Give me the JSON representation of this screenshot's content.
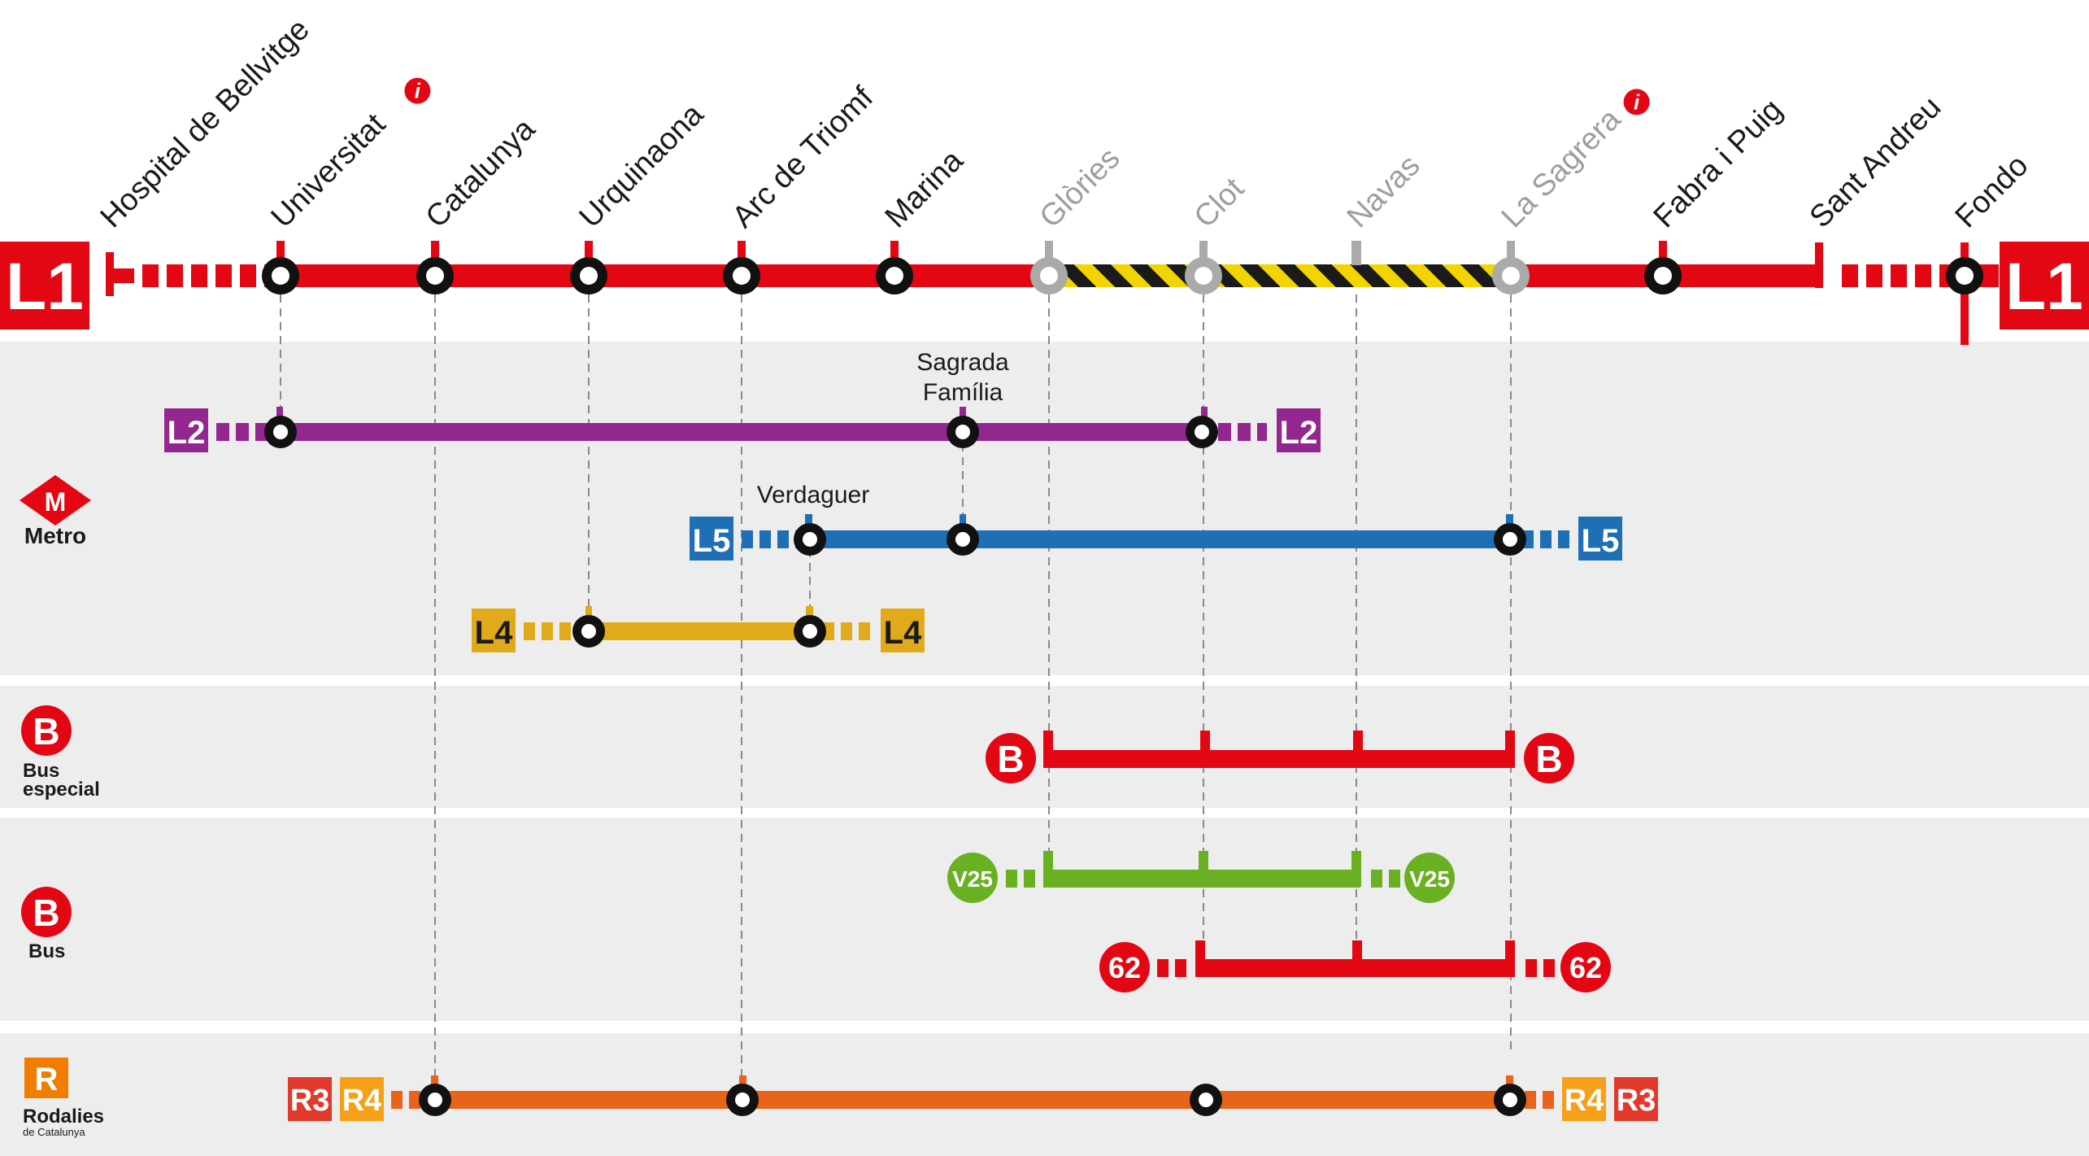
{
  "l1": {
    "badge": "L1",
    "color": "#e30613",
    "disruption_colors": [
      "#f2d500",
      "#1a1a1a"
    ],
    "stations": [
      {
        "name": "Hospital de Bellvitge",
        "status": "terminus-far",
        "info": false
      },
      {
        "name": "Universitat",
        "status": "open",
        "info": true
      },
      {
        "name": "Catalunya",
        "status": "open",
        "info": false
      },
      {
        "name": "Urquinaona",
        "status": "open",
        "info": false
      },
      {
        "name": "Arc de Triomf",
        "status": "open",
        "info": false
      },
      {
        "name": "Marina",
        "status": "open",
        "info": false
      },
      {
        "name": "Glòries",
        "status": "closed",
        "info": false
      },
      {
        "name": "Clot",
        "status": "closed",
        "info": false
      },
      {
        "name": "Navas",
        "status": "closed-notick",
        "info": false
      },
      {
        "name": "La Sagrera",
        "status": "closed",
        "info": true
      },
      {
        "name": "Fabra i Puig",
        "status": "open",
        "info": false
      },
      {
        "name": "Sant Andreu",
        "status": "open-notick",
        "info": false
      },
      {
        "name": "Fondo",
        "status": "open",
        "info": false
      }
    ],
    "info_glyph": "i"
  },
  "sections": {
    "metro": {
      "label": "Metro",
      "logo": "M",
      "logo_color": "#e30613"
    },
    "bus_especial": {
      "label_line1": "Bus",
      "label_line2": "especial",
      "logo": "B",
      "logo_color": "#e30613"
    },
    "bus": {
      "label": "Bus",
      "logo": "B",
      "logo_color": "#e30613"
    },
    "rodalies": {
      "label": "Rodalies",
      "sublabel": "de Catalunya",
      "logo": "R",
      "logo_color": "#f07d00"
    }
  },
  "lines": {
    "l2": {
      "badge": "L2",
      "color": "#93278f",
      "station_labels": [
        "Sagrada",
        "Família"
      ]
    },
    "l5": {
      "badge": "L5",
      "color": "#1f6fb5",
      "station_labels": [
        "Verdaguer"
      ]
    },
    "l4": {
      "badge": "L4",
      "color": "#e0aa1b",
      "text_color": "#1a1a1a"
    },
    "bus_especial": {
      "badge": "B",
      "color": "#e30613"
    },
    "v25": {
      "badge": "V25",
      "color": "#6ab023"
    },
    "b62": {
      "badge": "62",
      "color": "#e30613"
    },
    "rodalies": {
      "badges": [
        "R3",
        "R4"
      ],
      "r3_color": "#e2392d",
      "r4_color": "#f6a01a",
      "line_color": "#e8641b"
    }
  },
  "colors": {
    "panel_bg": "#ededed",
    "closed_grey": "#aaaaaa",
    "station_ring": "#111111"
  }
}
